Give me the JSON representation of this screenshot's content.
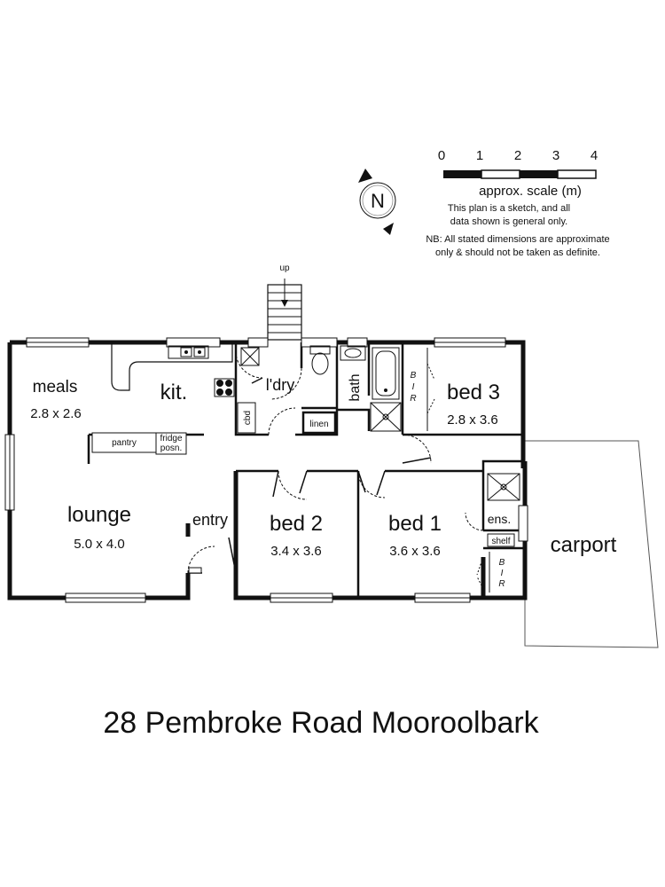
{
  "scale": {
    "ticks": [
      "0",
      "1",
      "2",
      "3",
      "4"
    ],
    "label": "approx. scale (m)",
    "note_line1": "This plan is a sketch, and all",
    "note_line2": "data shown is general only.",
    "disclaimer_line1": "NB: All stated dimensions are approximate",
    "disclaimer_line2": "only & should not be taken as definite."
  },
  "compass": {
    "letter": "N"
  },
  "stairs": {
    "label": "up"
  },
  "rooms": {
    "meals": {
      "name": "meals",
      "dims": "2.8 x 2.6"
    },
    "kitchen": {
      "name": "kit."
    },
    "laundry": {
      "name": "l'dry"
    },
    "cupboard": {
      "name": "cbd"
    },
    "linen": {
      "name": "linen"
    },
    "bath": {
      "name": "bath"
    },
    "bir3": {
      "l1": "B",
      "l2": "I",
      "l3": "R"
    },
    "bed3": {
      "name": "bed 3",
      "dims": "2.8 x 3.6"
    },
    "pantry": {
      "name": "pantry"
    },
    "fridge": {
      "l1": "fridge",
      "l2": "posn."
    },
    "lounge": {
      "name": "lounge",
      "dims": "5.0 x 4.0"
    },
    "entry": {
      "name": "entry"
    },
    "bed2": {
      "name": "bed 2",
      "dims": "3.4 x 3.6"
    },
    "bed1": {
      "name": "bed 1",
      "dims": "3.6 x 3.6"
    },
    "ensuite": {
      "name": "ens."
    },
    "shelf": {
      "name": "shelf"
    },
    "bir1": {
      "l1": "B",
      "l2": "I",
      "l3": "R"
    },
    "carport": {
      "name": "carport"
    }
  },
  "address": "28 Pembroke Road Mooroolbark"
}
